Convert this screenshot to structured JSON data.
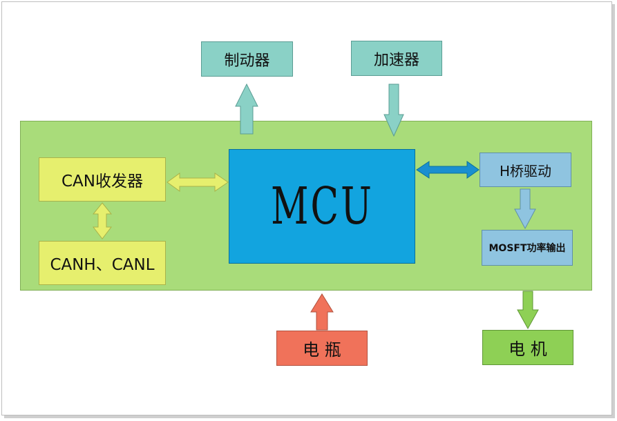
{
  "nodes": {
    "brake": "制动器",
    "accelerator": "加速器",
    "can_transceiver": "CAN收发器",
    "can_lines": "CANH、CANL",
    "mcu": "MCU",
    "h_bridge": "H桥驱动",
    "mosfet": "MOSFT功率输出",
    "battery": "电 瓶",
    "motor": "电 机"
  },
  "colors": {
    "board": "#a9dc7a",
    "teal": "#8ad1c6",
    "yellow": "#e6ef6e",
    "mcu_blue": "#12a4df",
    "light_blue": "#8fc4e0",
    "battery_red": "#f0725a",
    "motor_green": "#8ed055"
  }
}
